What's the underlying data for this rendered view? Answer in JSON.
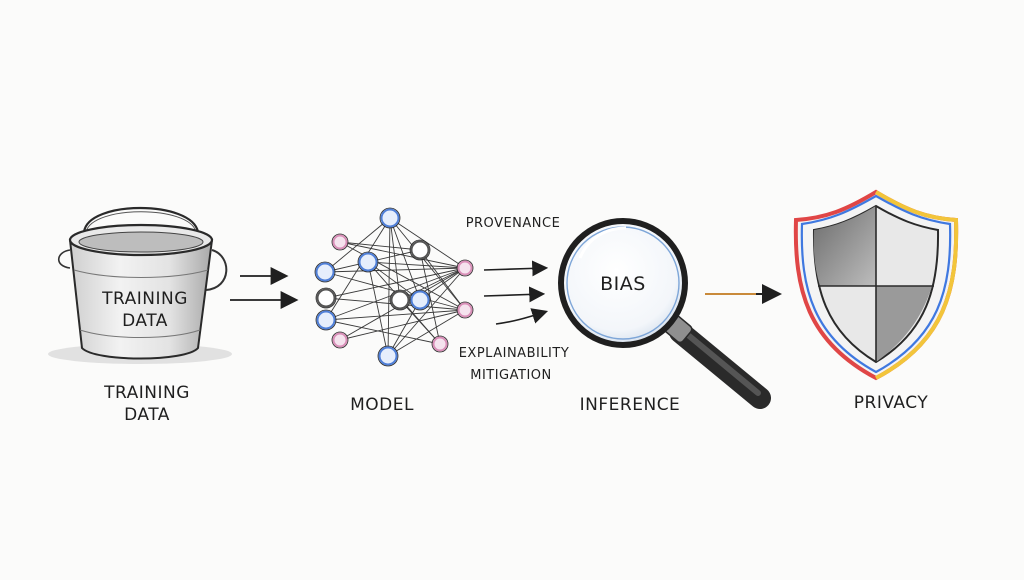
{
  "diagram": {
    "bucket": {
      "inner_label": [
        "TRAINING",
        "DATA"
      ],
      "caption": [
        "TRAINING",
        "DATA"
      ]
    },
    "model": {
      "caption": "MODEL"
    },
    "annotations": {
      "provenance": "PROVENANCE",
      "explainability": "EXPLAINABILITY",
      "mitigation": "MITIGATION"
    },
    "magnifier": {
      "inner_label": "BIAS",
      "caption": "INFERENCE"
    },
    "shield": {
      "caption": "PRIVACY"
    },
    "colors": {
      "ink": "#1f1f1f",
      "node_blue": "#4f7fd8",
      "node_pink": "#d98fb8",
      "shield_red": "#e04646",
      "shield_yellow": "#f2c53a",
      "shield_blue": "#3f78e0",
      "arrow_orange": "#c98a3a"
    },
    "icons": [
      "bucket-icon",
      "neural-network-icon",
      "magnifying-glass-icon",
      "shield-icon"
    ]
  }
}
